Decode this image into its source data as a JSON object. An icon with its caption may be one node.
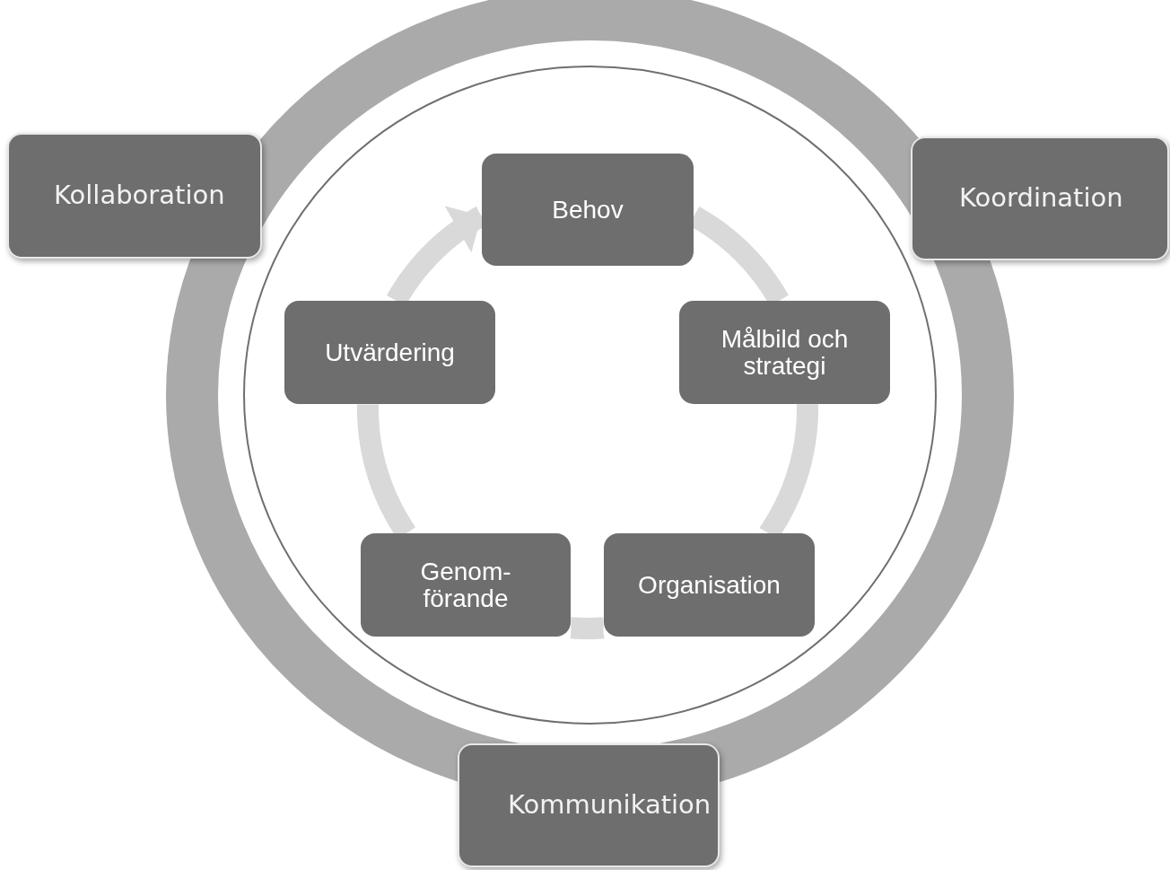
{
  "diagram": {
    "nodes": [
      {
        "text": [
          "Kollaboration"
        ]
      },
      {
        "text": [],
        "shape": "circle"
      },
      {
        "text": [
          "Koordination"
        ]
      },
      {
        "text": [
          "Behov"
        ],
        "in": 1
      },
      {
        "text": [
          "Utvärdering"
        ],
        "in": 1
      },
      {
        "text": [
          "Målbild och strategi"
        ],
        "in": 1
      },
      {
        "text": [
          "Genom- förande"
        ],
        "in": 1
      },
      {
        "text": [
          "Organisation"
        ],
        "in": 1
      },
      {
        "text": [
          "Kommunikation"
        ]
      }
    ],
    "edges": [
      {
        "from": 3,
        "to": 5,
        "arrow": "none"
      },
      {
        "from": 5,
        "to": 7,
        "arrow": "none"
      },
      {
        "from": 7,
        "to": 6,
        "arrow": "none"
      },
      {
        "from": 6,
        "to": 4,
        "arrow": "none"
      },
      {
        "from": 4,
        "to": 3,
        "arrow": "to"
      }
    ]
  }
}
